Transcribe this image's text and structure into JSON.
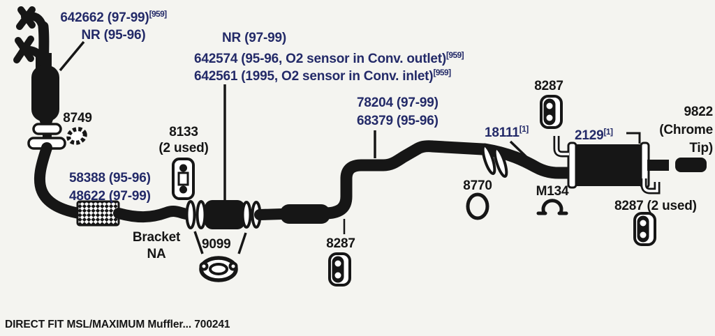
{
  "colors": {
    "navy": "#232a68",
    "ink": "#151515",
    "bg": "#f4f4f0",
    "artwork": "#161616"
  },
  "labels": {
    "manifold": {
      "line1": "642662 (97-99)",
      "line1_sup": "[959]",
      "line2": "NR (95-96)"
    },
    "converter": {
      "line1": "NR (97-99)",
      "line2": "642574 (95-96, O2 sensor in Conv. outlet)",
      "line2_sup": "[959]",
      "line3": "642561 (1995, O2 sensor in Conv. inlet)",
      "line3_sup": "[959]"
    },
    "midpipe": {
      "line1": "78204 (97-99)",
      "line2": "68379 (95-96)"
    },
    "hanger_top": "8287",
    "joint": {
      "text": "18111",
      "sup": "[1]"
    },
    "muffler": {
      "text": "2129",
      "sup": "[1]"
    },
    "chrome_tip": {
      "line1": "9822",
      "line2": "(Chrome",
      "line3": "Tip)"
    },
    "gasket_8749": "8749",
    "bracket_8133": {
      "line1": "8133",
      "line2": "(2 used)"
    },
    "frontpipe": {
      "line1": "58388 (95-96)",
      "line2": "48622 (97-99)"
    },
    "bracket_na": {
      "line1": "Bracket",
      "line2": "NA"
    },
    "gasket_9099": "9099",
    "hanger_mid": "8287",
    "oring_8770": "8770",
    "clamp_m134": "M134",
    "hanger_rear": "8287 (2 used)",
    "footer": "DIRECT FIT MSL/MAXIMUM Muffler... 700241"
  }
}
